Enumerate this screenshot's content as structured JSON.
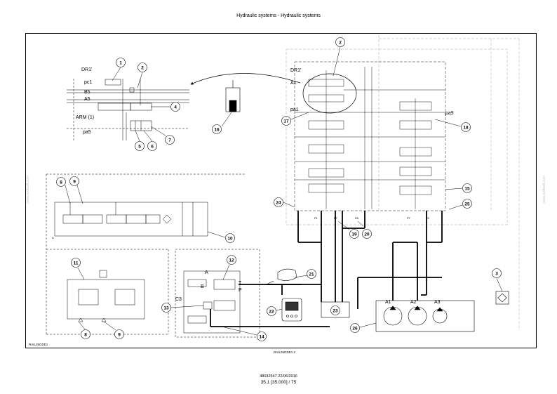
{
  "header": {
    "title": "Hydraulic systems - Hydraulic systems"
  },
  "figure": {
    "id": "RAIL26GDE1",
    "number": "RAIL26GDE1     2"
  },
  "footer": {
    "line1": "48032547 22/06/2016",
    "line2": "35.1 [35.000] / 75"
  },
  "watermark": {
    "left": "www.ardisoft.com",
    "right": "www.ardisoft.com"
  },
  "labels": {
    "dr1": "DR1'",
    "pc1": "pc1",
    "b5": "B5",
    "a5": "A5",
    "arm": "ARM (1)",
    "pa5": "pa5",
    "dr1_main": "DR1'",
    "a1": "A1",
    "pa1": "pa1",
    "pa9": "pa9",
    "p1": "P1",
    "pt": "PT",
    "pa": "PA",
    "pt2": "PT",
    "p2": "P2",
    "c3": "C3",
    "a_valve": "A",
    "b_valve": "B",
    "t_valve": "T",
    "p_valve": "P",
    "pump_a1": "A1",
    "pump_a2": "A2",
    "pump_a3": "A3",
    "a_block": "A"
  },
  "callouts": [
    {
      "n": "1"
    },
    {
      "n": "2"
    },
    {
      "n": "2"
    },
    {
      "n": "3"
    },
    {
      "n": "4"
    },
    {
      "n": "5"
    },
    {
      "n": "6"
    },
    {
      "n": "7"
    },
    {
      "n": "8"
    },
    {
      "n": "9"
    },
    {
      "n": "10"
    },
    {
      "n": "11"
    },
    {
      "n": "8"
    },
    {
      "n": "9"
    },
    {
      "n": "12"
    },
    {
      "n": "13"
    },
    {
      "n": "14"
    },
    {
      "n": "15"
    },
    {
      "n": "16"
    },
    {
      "n": "17"
    },
    {
      "n": "18"
    },
    {
      "n": "19"
    },
    {
      "n": "20"
    },
    {
      "n": "21"
    },
    {
      "n": "22"
    },
    {
      "n": "23"
    },
    {
      "n": "24"
    },
    {
      "n": "25"
    },
    {
      "n": "26"
    }
  ]
}
